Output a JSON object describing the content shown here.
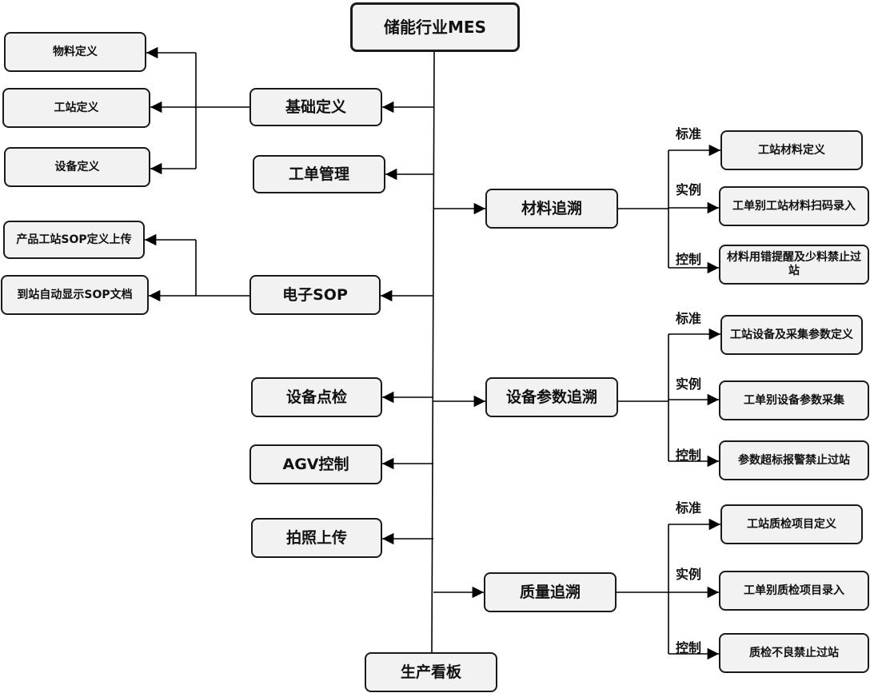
{
  "root": "储能行业MES",
  "bottom": "生产看板",
  "left_modules": {
    "basic": {
      "label": "基础定义",
      "children": [
        "物料定义",
        "工站定义",
        "设备定义"
      ]
    },
    "work_order": {
      "label": "工单管理"
    },
    "esop": {
      "label": "电子SOP",
      "children": [
        "产品工站SOP定义上传",
        "到站自动显示SOP文档"
      ]
    },
    "inspection": {
      "label": "设备点检"
    },
    "agv": {
      "label": "AGV控制"
    },
    "photo": {
      "label": "拍照上传"
    }
  },
  "right_modules": [
    {
      "label": "材料追溯",
      "branches": [
        {
          "tag": "标准",
          "item": "工站材料定义"
        },
        {
          "tag": "实例",
          "item": "工单别工站材料扫码录入"
        },
        {
          "tag": "控制",
          "item": "材料用错提醒及少料禁止过站"
        }
      ]
    },
    {
      "label": "设备参数追溯",
      "branches": [
        {
          "tag": "标准",
          "item": "工站设备及采集参数定义"
        },
        {
          "tag": "实例",
          "item": "工单别设备参数采集"
        },
        {
          "tag": "控制",
          "item": "参数超标报警禁止过站"
        }
      ]
    },
    {
      "label": "质量追溯",
      "branches": [
        {
          "tag": "标准",
          "item": "工站质检项目定义"
        },
        {
          "tag": "实例",
          "item": "工单别质检项目录入"
        },
        {
          "tag": "控制",
          "item": "质检不良禁止过站"
        }
      ]
    }
  ]
}
